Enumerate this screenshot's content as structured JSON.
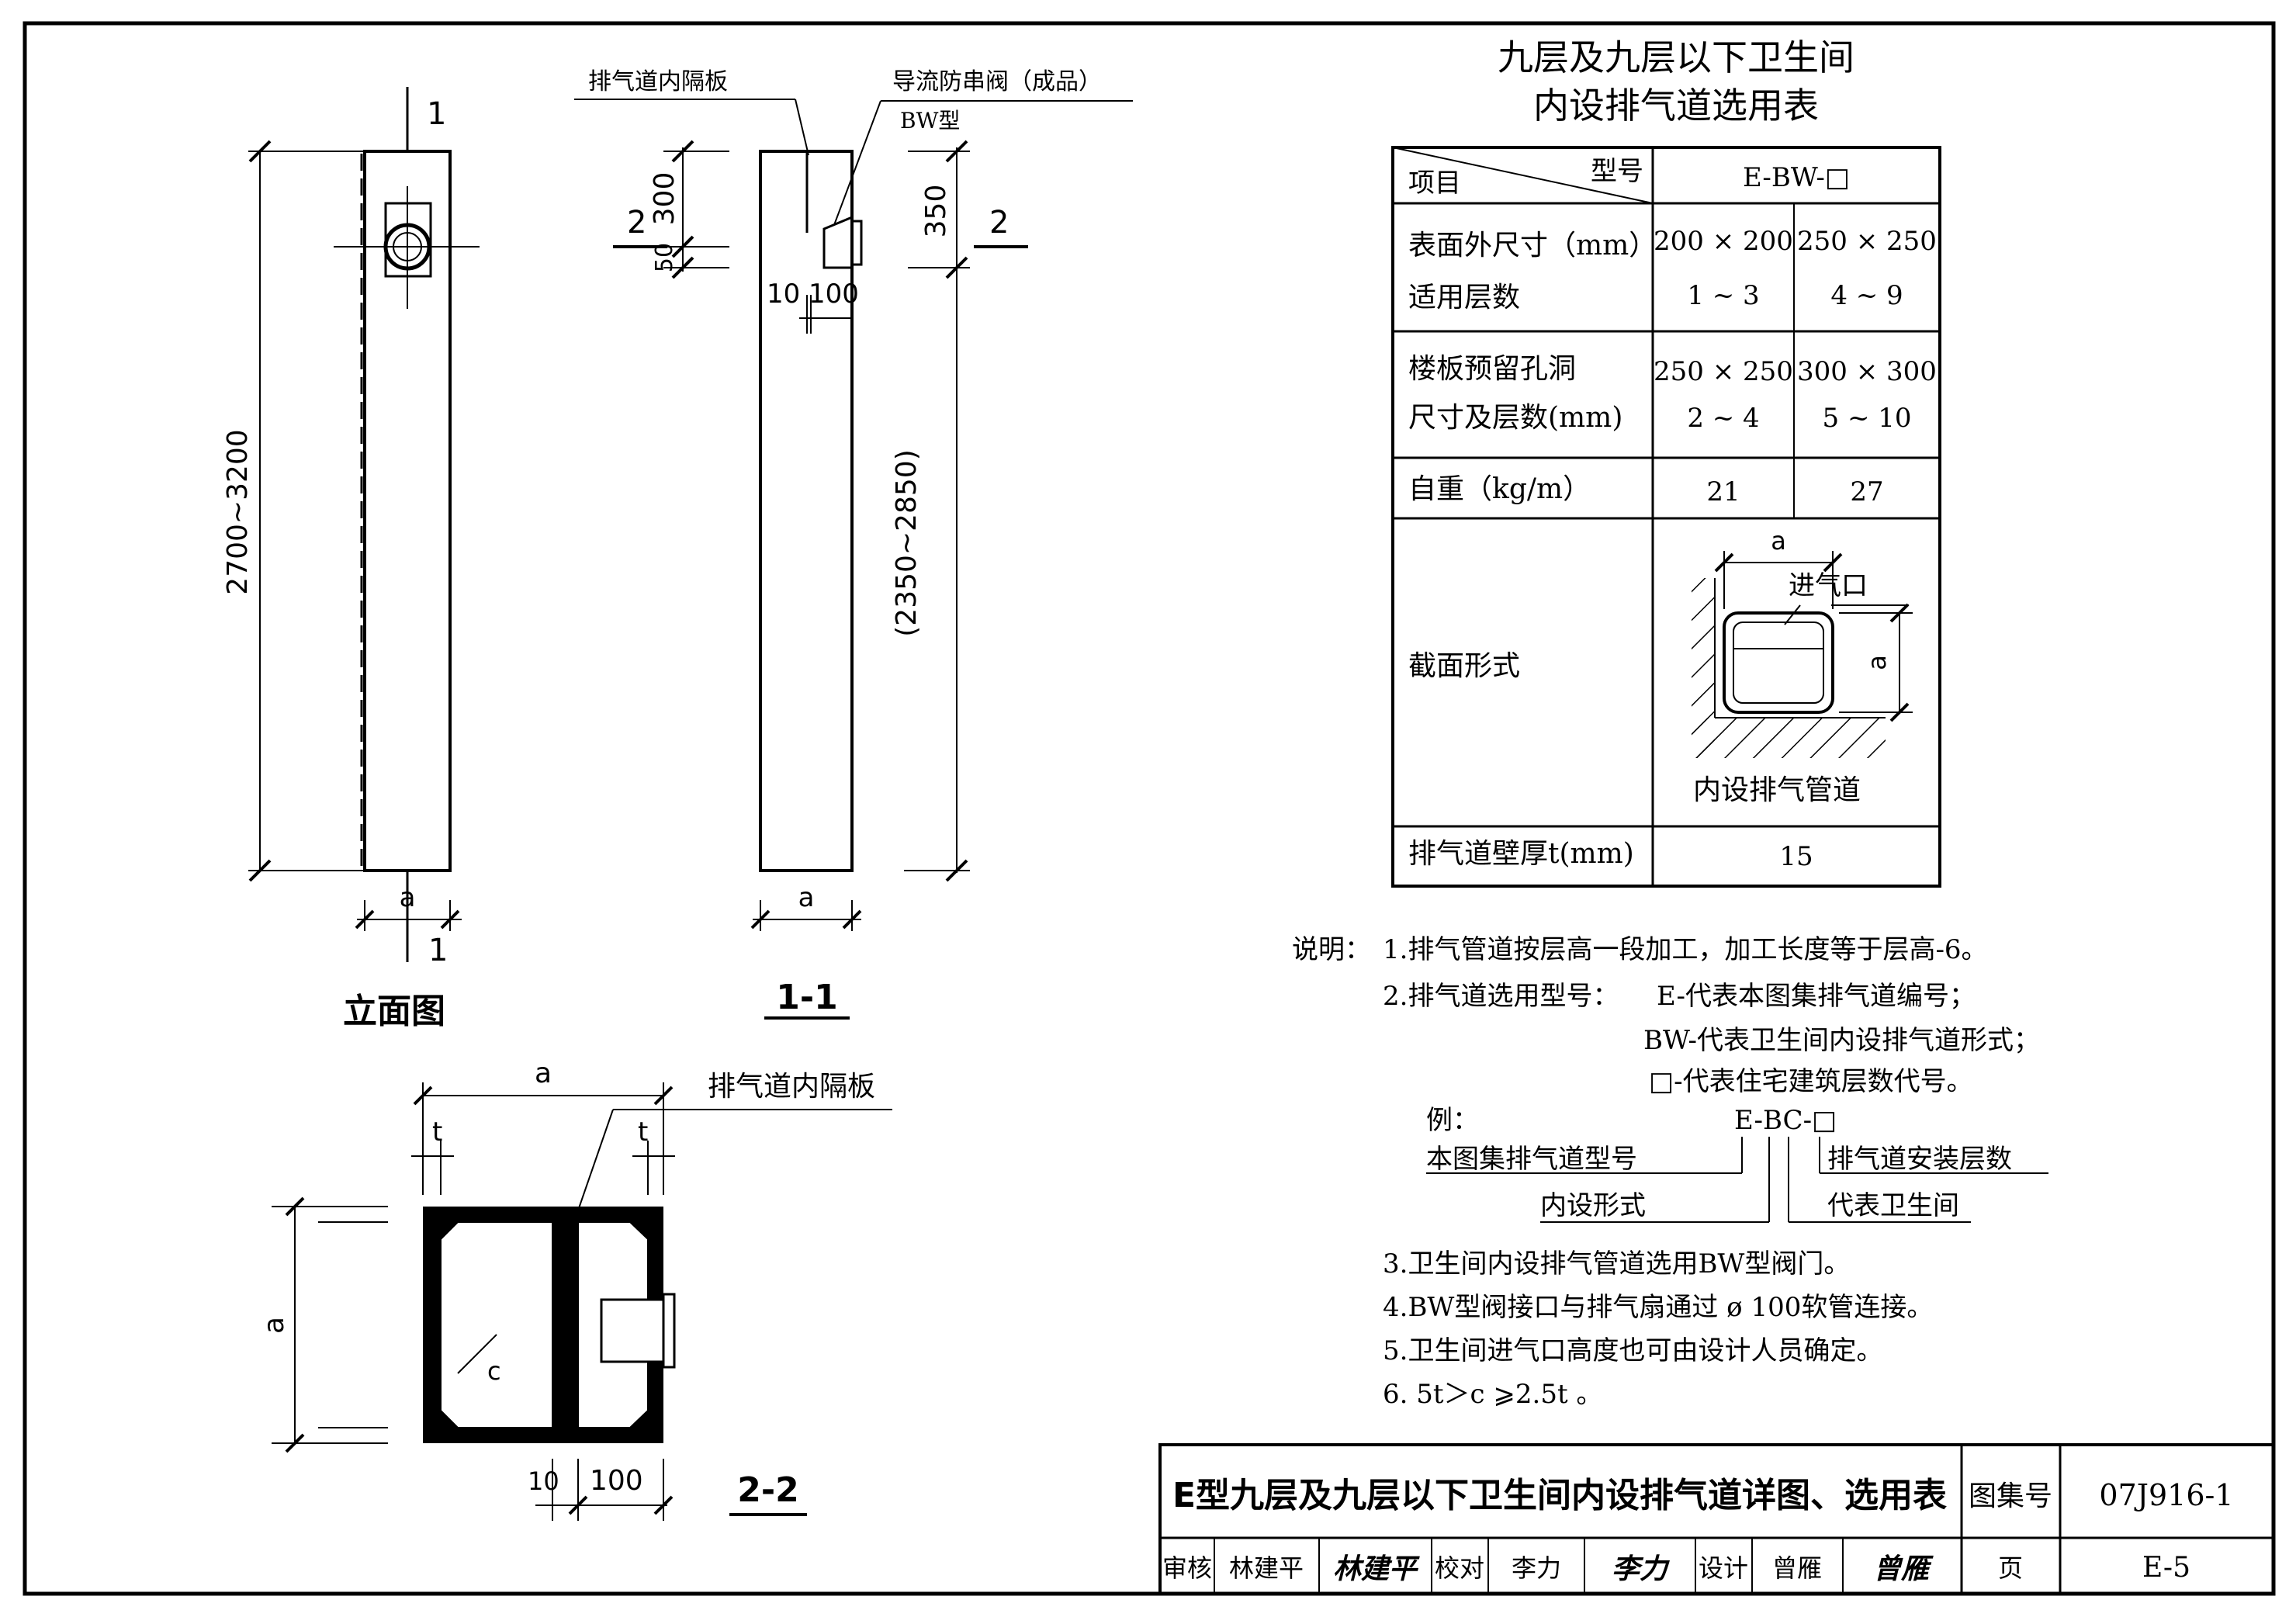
{
  "elevation": {
    "caption": "立面图",
    "section_mark": "1",
    "height_dim": "2700~3200",
    "width_dim": "a"
  },
  "section_1_1": {
    "caption": "1-1",
    "label_partition": "排气道内隔板",
    "label_valve": "导流防串阀（成品）",
    "label_valve_type": "BW型",
    "dim_300": "300",
    "dim_50": "50",
    "dim_350": "350",
    "dim_10": "10",
    "dim_100": "100",
    "dim_main": "(2350~2850)",
    "width_dim": "a",
    "section_mark": "2"
  },
  "section_2_2": {
    "caption": "2-2",
    "label_partition": "排气道内隔板",
    "dim_a_top": "a",
    "dim_a_left": "a",
    "dim_t": "t",
    "dim_c": "c",
    "dim_10": "10",
    "dim_100": "100"
  },
  "table": {
    "title_line1": "九层及九层以下卫生间",
    "title_line2": "内设排气道选用表",
    "header_item": "项目",
    "header_model": "型号",
    "model_value": "E-BW-□",
    "row1_label_a": "表面外尺寸（mm）",
    "row1_label_b": "适用层数",
    "row1_c1_a": "200 × 200",
    "row1_c1_b": "1 ~ 3",
    "row1_c2_a": "250 × 250",
    "row1_c2_b": "4 ~ 9",
    "row2_label_a": "楼板预留孔洞",
    "row2_label_b": "尺寸及层数(mm)",
    "row2_c1_a": "250 × 250",
    "row2_c1_b": "2 ~ 4",
    "row2_c2_a": "300 × 300",
    "row2_c2_b": "5 ~ 10",
    "row3_label": "自重（kg/m）",
    "row3_c1": "21",
    "row3_c2": "27",
    "row4_label": "截面形式",
    "row4_fig_a": "a",
    "row4_fig_inlet": "进气口",
    "row4_fig_caption": "内设排气管道",
    "row5_label": "排气道壁厚t(mm)",
    "row5_value": "15"
  },
  "notes": {
    "prefix": "说明：",
    "n1": "1.排气管道按层高一段加工，加工长度等于层高-6。",
    "n2_a": "2.排气道选用型号：",
    "n2_b": "E-代表本图集排气道编号；",
    "n2_c": "BW-代表卫生间内设排气道形式；",
    "n2_d": "□-代表住宅建筑层数代号。",
    "example": "例：",
    "example_code": "E-BC-□",
    "ex_label1": "本图集排气道型号",
    "ex_label2": "内设形式",
    "ex_label3": "排气道安装层数",
    "ex_label4": "代表卫生间",
    "n3": "3.卫生间内设排气管道选用BW型阀门。",
    "n4": "4.BW型阀接口与排气扇通过 ø 100软管连接。",
    "n5": "5.卫生间进气口高度也可由设计人员确定。",
    "n6": "6. 5t＞c ⩾2.5t 。"
  },
  "title_block": {
    "title": "E型九层及九层以下卫生间内设排气道详图、选用表",
    "atlas_label": "图集号",
    "atlas_no": "07J916-1",
    "review_label": "审核",
    "review_name": "林建平",
    "review_sig": "林建平",
    "check_label": "校对",
    "check_name": "李力",
    "check_sig": "李力",
    "design_label": "设计",
    "design_name": "曾雁",
    "design_sig": "曾雁",
    "page_label": "页",
    "page_no": "E-5"
  }
}
